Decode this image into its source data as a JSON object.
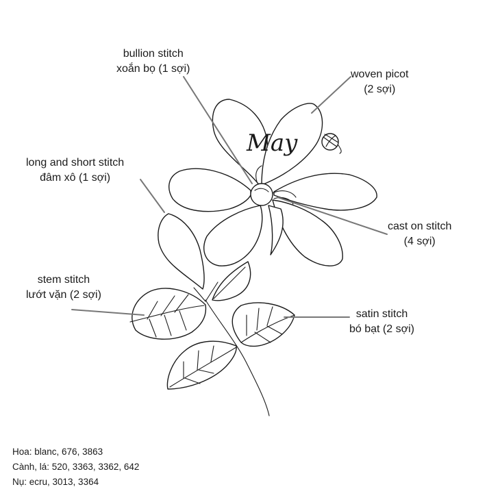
{
  "labels": {
    "bullion": {
      "name": "bullion stitch",
      "local": "xoắn bọ (1 sợi)"
    },
    "woven": {
      "name": "woven picot",
      "local": "(2 sợi)"
    },
    "long_short": {
      "name": "long and short stitch",
      "local": "đâm xô (1 sợi)"
    },
    "cast_on": {
      "name": "cast on stitch",
      "local": "(4 sợi)"
    },
    "stem": {
      "name": "stem stitch",
      "local": "lướt vặn (2 sợi)"
    },
    "satin": {
      "name": "satin stitch",
      "local": "bó bạt (2 sợi)"
    }
  },
  "logo": {
    "text": "May",
    "icon": "yarn-ball-icon"
  },
  "legend": [
    "Hoa: blanc, 676, 3863",
    "Cành, lá: 520, 3363, 3362, 642",
    "Nụ: ecru, 3013, 3364"
  ],
  "colors": {
    "line": "#1a1a1a",
    "leader": "#777777",
    "background": "#ffffff"
  }
}
